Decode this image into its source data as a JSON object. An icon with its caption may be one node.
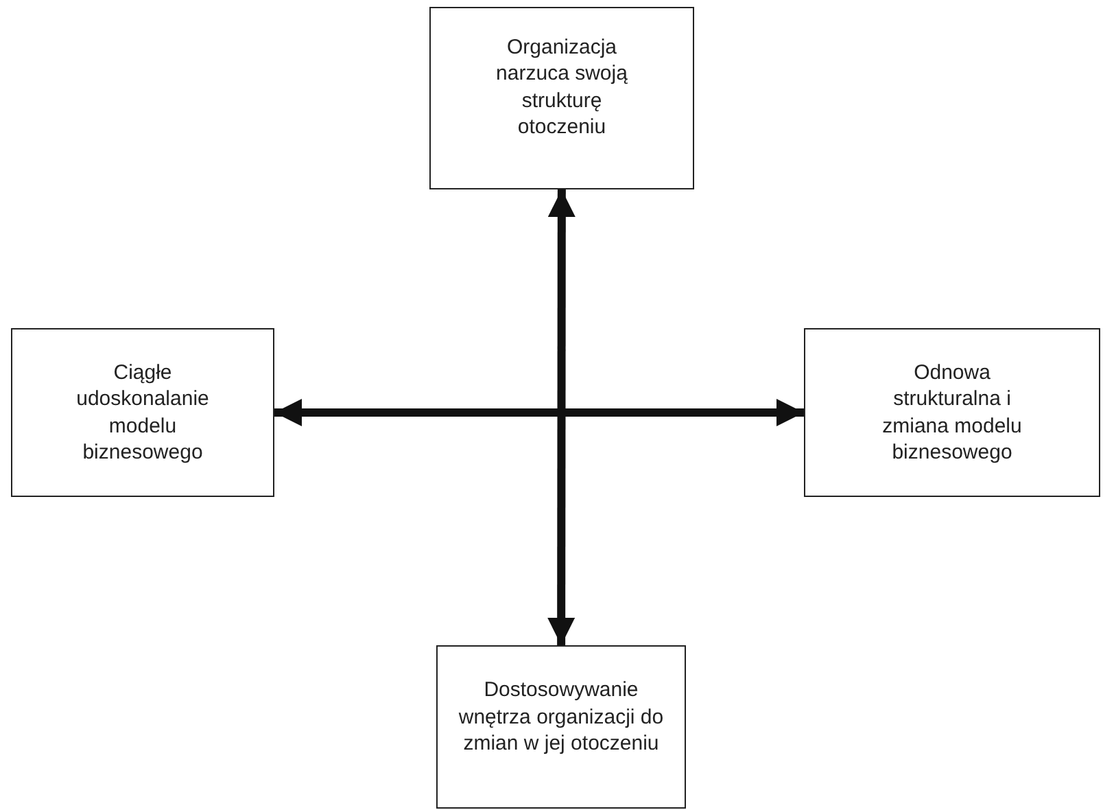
{
  "diagram": {
    "nodes": [
      {
        "text": [
          "Organizacja narzuca swoją strukturę otoczeniu"
        ]
      },
      {
        "text": [
          "Ciągłe udoskonalanie modelu biznesowego"
        ]
      },
      {
        "text": [
          "Odnowa strukturalna i zmiana modelu biznesowego"
        ]
      },
      {
        "text": [
          "Dostosowywanie wnętrza organizacji do zmian w jej otoczeniu"
        ]
      }
    ],
    "edges": [
      {
        "from": 0,
        "to": 3,
        "arrow": "both"
      },
      {
        "from": 1,
        "to": 2,
        "arrow": "both"
      }
    ]
  }
}
